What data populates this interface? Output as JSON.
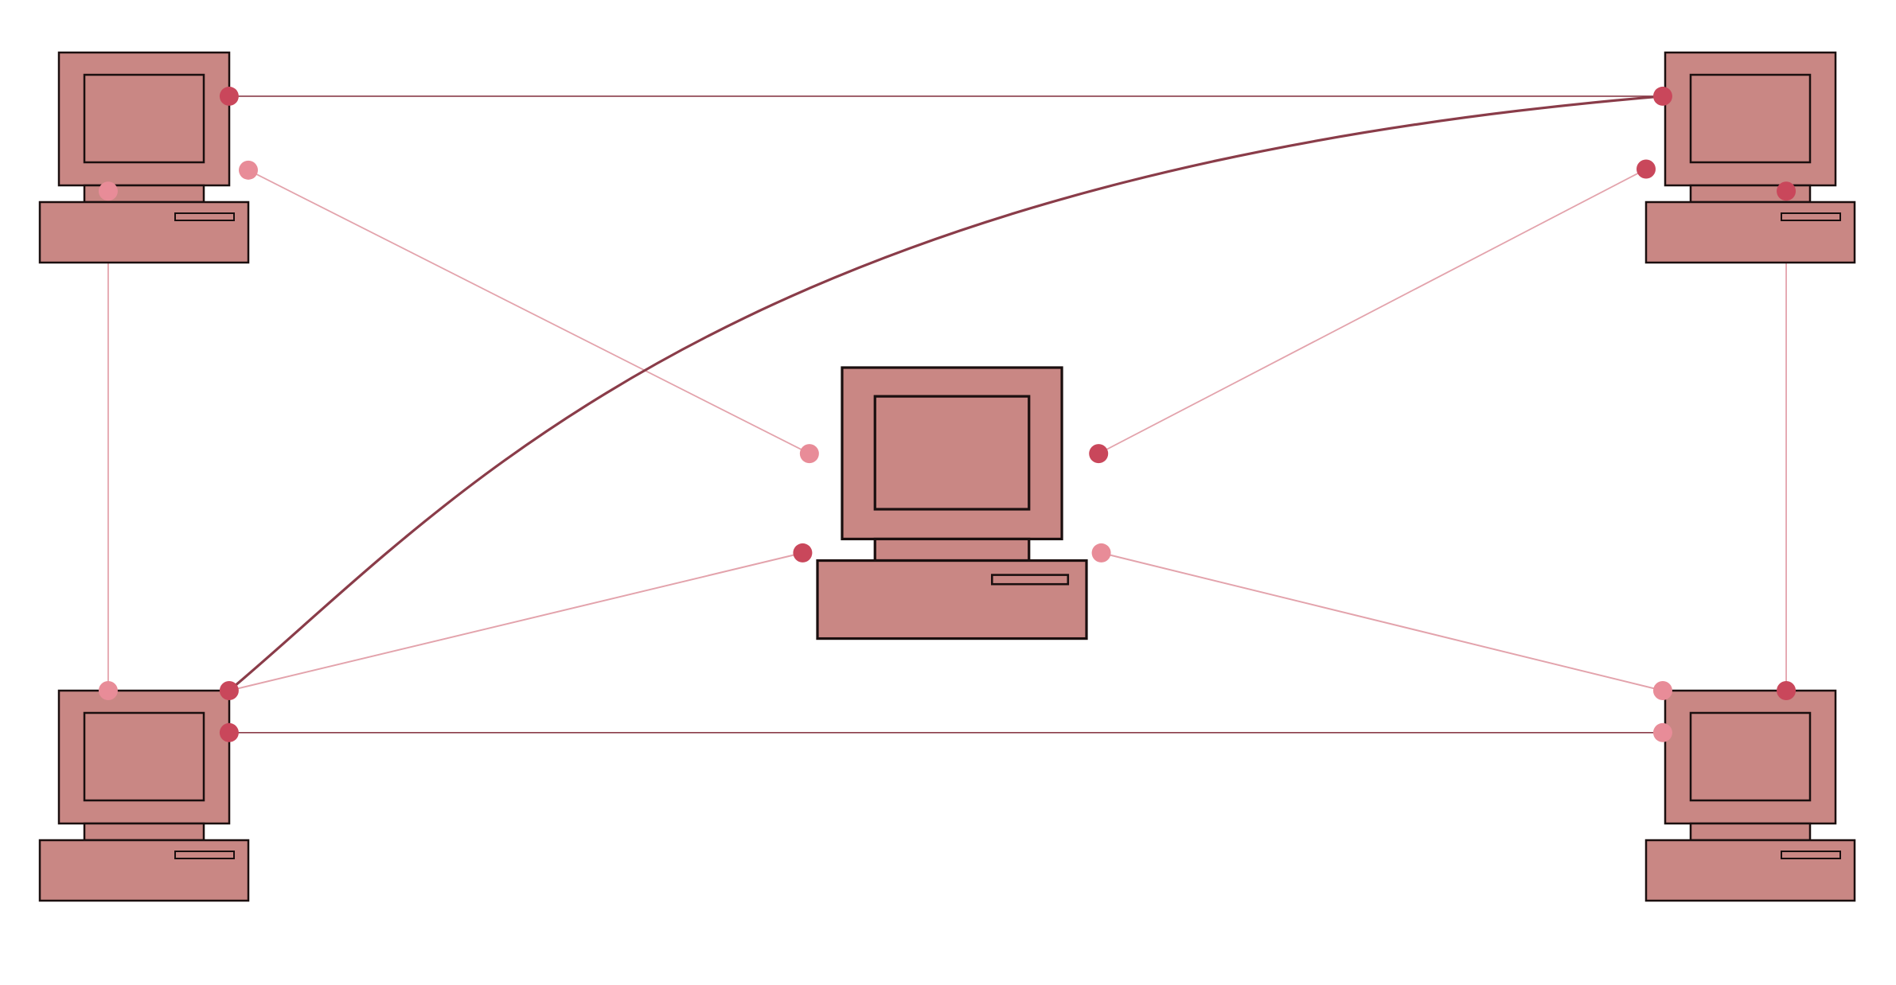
{
  "diagram": {
    "type": "network-topology",
    "colors": {
      "background": "#ffffff",
      "computer_fill": "#c98784",
      "outline": "#1a0f0f",
      "link_dark": "#8a3c49",
      "link_light": "#e3a3ac",
      "port_dark": "#c9475b",
      "port_light": "#e88c98"
    },
    "nodes": [
      {
        "id": "top-left",
        "icon": "desktop-computer-icon"
      },
      {
        "id": "top-right",
        "icon": "desktop-computer-icon"
      },
      {
        "id": "center",
        "icon": "desktop-computer-icon"
      },
      {
        "id": "bottom-left",
        "icon": "desktop-computer-icon"
      },
      {
        "id": "bottom-right",
        "icon": "desktop-computer-icon"
      }
    ],
    "edges": [
      {
        "from": "top-left",
        "to": "top-right",
        "style": "straight"
      },
      {
        "from": "top-left",
        "to": "center",
        "style": "straight"
      },
      {
        "from": "top-left",
        "to": "bottom-left",
        "style": "straight"
      },
      {
        "from": "top-right",
        "to": "center",
        "style": "straight"
      },
      {
        "from": "top-right",
        "to": "bottom-right",
        "style": "straight"
      },
      {
        "from": "bottom-left",
        "to": "top-right",
        "style": "curved"
      },
      {
        "from": "bottom-left",
        "to": "center",
        "style": "straight"
      },
      {
        "from": "bottom-left",
        "to": "bottom-right",
        "style": "straight"
      },
      {
        "from": "center",
        "to": "bottom-right",
        "style": "straight"
      }
    ]
  }
}
